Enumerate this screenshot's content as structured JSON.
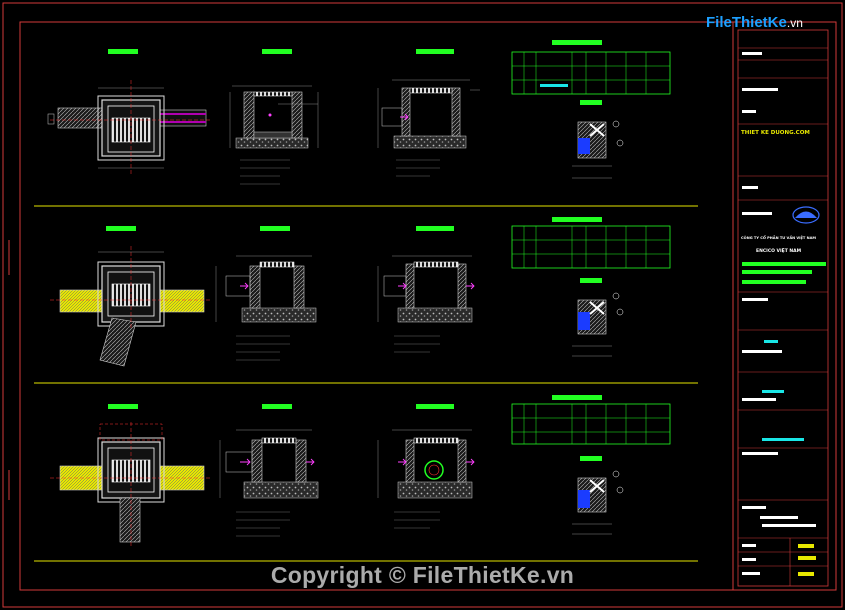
{
  "brand": {
    "logo_main": "FileThietKe",
    "logo_domain": ".vn"
  },
  "watermark": {
    "copyright": "Copyright © FileThietKe.vn"
  },
  "title_block": {
    "website": "THIET KE DUONG.COM",
    "company_line": "CÔNG TY CỔ PHẦN TƯ VẤN VIỆT NAM",
    "company_name": "ENCICO VIỆT NAM"
  },
  "colors": {
    "frame": "#d23a3a",
    "section_line": "#e5e500",
    "title_bar": "#22ff22",
    "wall_fill": "#f0f000",
    "pipe_purple": "#b000b0",
    "arrow_magenta": "#ff40ff",
    "cyan_bar": "#19e6e6",
    "table_line": "#22ff22",
    "gravel": "#8a8a8a"
  },
  "icons": [
    "encico-logo-icon",
    "flow-arrow-icon",
    "section-marker-icon"
  ]
}
